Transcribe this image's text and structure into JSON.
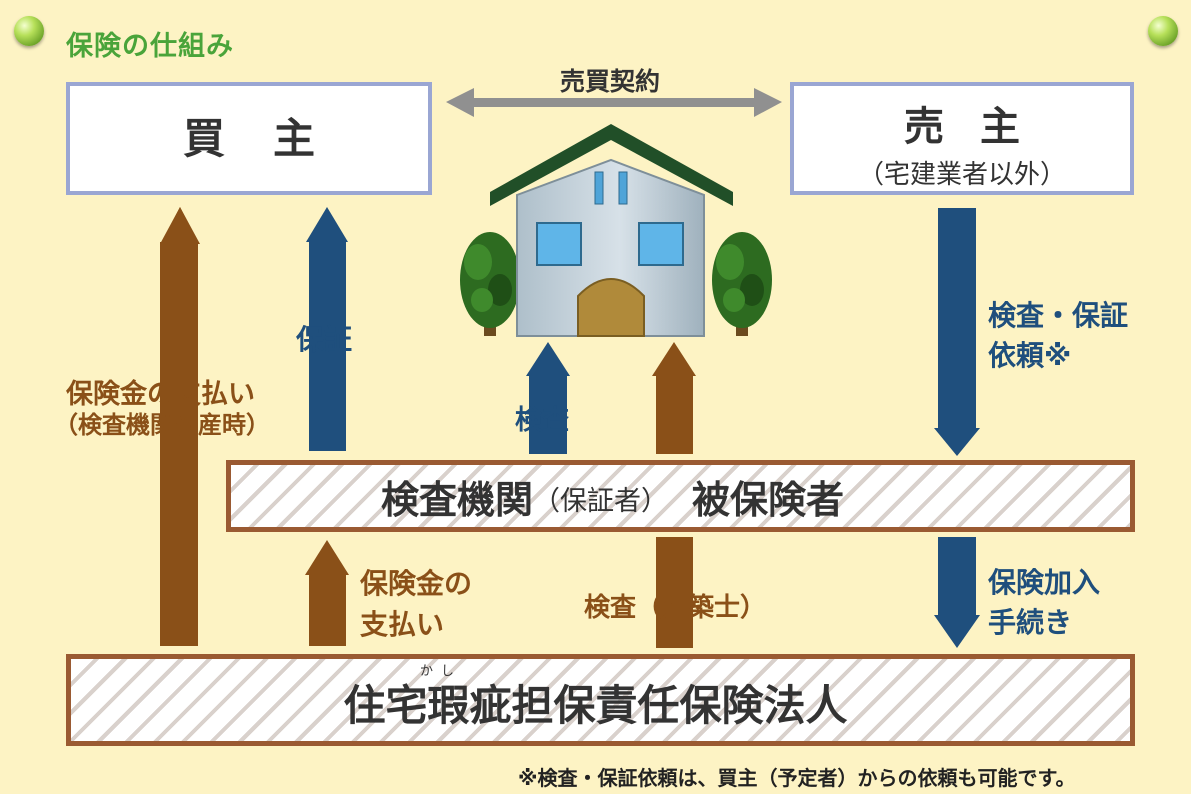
{
  "title": "保険の仕組み",
  "buyer": {
    "label": "買主"
  },
  "seller": {
    "label": "売主",
    "sub": "（宅建業者以外）"
  },
  "contract": {
    "label": "売買契約"
  },
  "labels": {
    "insurance_payment_line1": "保険金の支払い",
    "insurance_payment_line2": "（検査機関倒産時）",
    "guarantee": "保証",
    "inspection": "検査",
    "inspection_request_line1": "検査・保証",
    "inspection_request_line2": "依頼※",
    "insurance_payment2_line1": "保険金の",
    "insurance_payment2_line2": "支払い",
    "inspection_architect": "検査（建築士）",
    "insurance_join_line1": "保険加入",
    "insurance_join_line2": "手続き"
  },
  "agency_band": {
    "main": "検査機関",
    "paren": "（保証者）",
    "insured": "被保険者"
  },
  "insurer_band": {
    "main": "住宅瑕疵担保責任保険法人",
    "ruby": "かし"
  },
  "footnote": "※検査・保証依頼は、買主（予定者）からの依頼も可能です。",
  "colors": {
    "background": "#fdf3c4",
    "brown": "#8a5018",
    "blue": "#1f4f7d",
    "title_green": "#4aa43a",
    "box_border": "#9aa6d3",
    "band_border": "#9a5a32"
  },
  "icons": [
    "pin-icon",
    "house-icon",
    "tree-icon",
    "double-arrow-icon",
    "arrow-up-icon",
    "arrow-down-icon"
  ]
}
